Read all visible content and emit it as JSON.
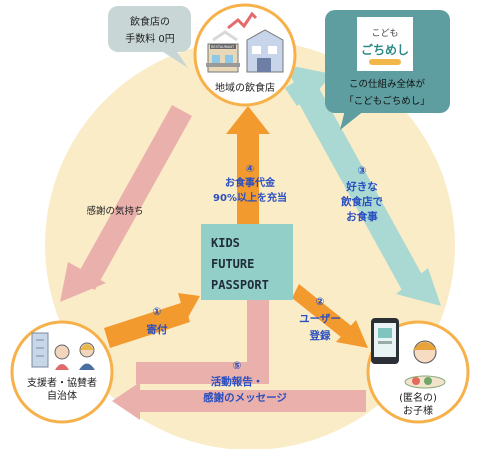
{
  "center": {
    "line1": "KIDS",
    "line2": "FUTURE",
    "line3": "PASSPORT"
  },
  "nodes": {
    "restaurant": {
      "label": "地域の飲食店",
      "sign": "RESTAURANT"
    },
    "supporters": {
      "line1": "支援者・協賛者",
      "line2": "自治体"
    },
    "child": {
      "line1": "(匿名の)",
      "line2": "お子様"
    }
  },
  "callouts": {
    "fee": {
      "line1": "飲食店の",
      "line2": "手数料 0円"
    },
    "brand": {
      "logo1": "こども",
      "logo2": "ごちめし",
      "line1": "この仕組み全体が",
      "line2": "「こどもごちめし」"
    }
  },
  "flows": {
    "donate": {
      "num": "①",
      "label": "寄付"
    },
    "register": {
      "num": "②",
      "line1": "ユーザー",
      "line2": "登録"
    },
    "choose": {
      "num": "③",
      "line1": "好きな",
      "line2": "飲食店で",
      "line3": "お食事"
    },
    "payment": {
      "num": "④",
      "line1": "お食事代金",
      "line2": "90%以上を充当"
    },
    "report": {
      "num": "⑤",
      "line1": "活動報告・",
      "line2": "感謝のメッセージ"
    },
    "thanks": {
      "label": "感謝の気持ち"
    }
  },
  "colors": {
    "background_circle": "#fbecc8",
    "orange_arrow": "#f29a2e",
    "pink_arrow": "#eab0ac",
    "teal_arrow": "#a9d9d2",
    "node_ring": "#f6b14a",
    "center_box": "#93cfc9",
    "callout_grey": "#c9d6d6",
    "callout_teal": "#5f9ea0",
    "label_blue": "#2a4fc0"
  }
}
